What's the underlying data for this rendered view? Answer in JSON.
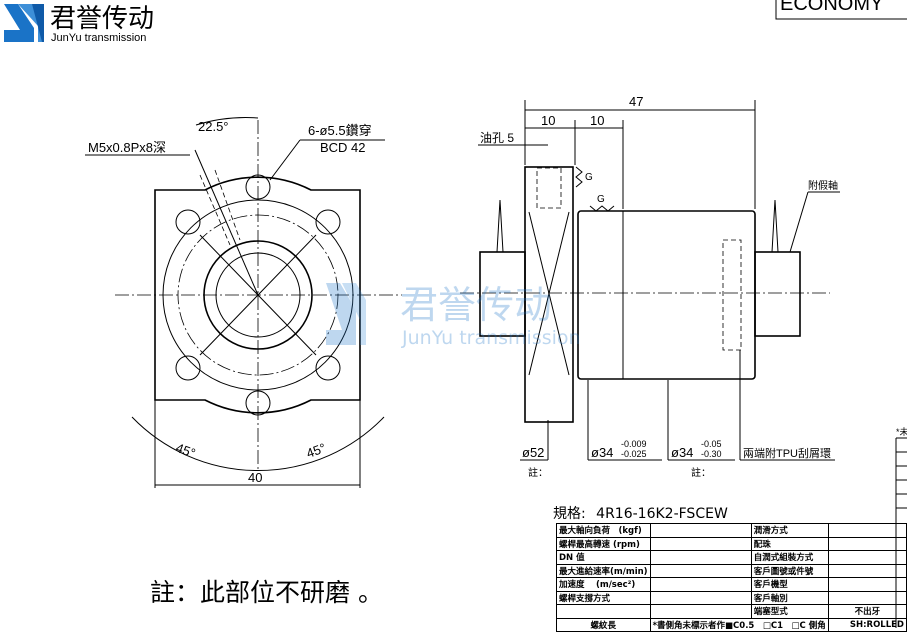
{
  "logo": {
    "cn": "君誉传动",
    "en": "JunYu transmission",
    "color": "#1a73c7"
  },
  "header_box": "ECONOMY",
  "watermark": {
    "cn": "君誉传动",
    "en": "JunYu transmission"
  },
  "front_view": {
    "thread_note": "M5x0.8Px8深",
    "angle_top": "22.5°",
    "holes_note": "6-ø5.5鑽穿",
    "bcd": "BCD  42",
    "angle_left": "45°",
    "angle_right": "45°",
    "width": "40"
  },
  "side_view": {
    "length_total": "47",
    "length_a": "10",
    "length_b": "10",
    "oil_hole": "油孔  5",
    "grind_mark_1": "G",
    "grind_mark_2": "G",
    "dummy_shaft": "附假軸",
    "dia_flange": "ø52",
    "dia_body": "ø34",
    "dia_body_tol_up": "-0.009",
    "dia_body_tol_low": "-0.025",
    "dia_end": "ø34",
    "dia_end_tol_up": "-0.05",
    "dia_end_tol_low": "-0.30",
    "wiper_note": "兩端附TPU刮屑環",
    "note_a": "註：",
    "note_b": "註："
  },
  "main_note": "註：此部位不研磨 。",
  "spec": {
    "label": "規格:",
    "model": "4R16-16K2-FSCEW",
    "rows": [
      [
        "最大軸向負荷　(kgf)",
        "",
        "潤滑方式",
        ""
      ],
      [
        "螺桿最高轉速 (rpm)",
        "",
        "配珠",
        ""
      ],
      [
        "DN 值",
        "",
        "自潤式組裝方式",
        ""
      ],
      [
        "最大進給速率(m/min)",
        "",
        "客戶圖號或件號",
        ""
      ],
      [
        "加速度　 (m/sec²)",
        "",
        "客戶機型",
        ""
      ],
      [
        "螺桿支撐方式",
        "",
        "客戶軸別",
        ""
      ],
      [
        "",
        "",
        "端塞型式",
        "不出牙"
      ]
    ],
    "footer_left": "螺紋長",
    "footer_chamfer": "*書側角未標示者作■C0.5　□C1　□C  側角",
    "footer_right": "SH:ROLLED"
  },
  "side_table_note": "*未"
}
